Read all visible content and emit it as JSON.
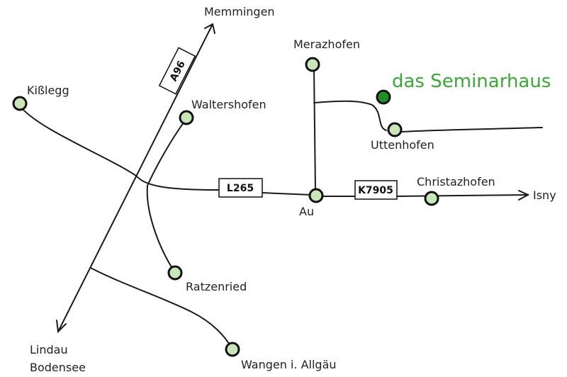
{
  "title": "das Seminarhaus",
  "colors": {
    "accent": "#3aaa35",
    "seminar_dot": "#1e8f25",
    "town_fill": "#c8e6b8"
  },
  "roads": {
    "a96": "A96",
    "l265": "L265",
    "k7905": "K7905"
  },
  "places": {
    "memmingen": "Memmingen",
    "kisslegg": "Kißlegg",
    "waltershofen": "Waltershofen",
    "merazhofen": "Merazhofen",
    "uttenhofen": "Uttenhofen",
    "au": "Au",
    "christazhofen": "Christazhofen",
    "isny": "Isny",
    "ratzenried": "Ratzenried",
    "lindau_1": "Lindau",
    "lindau_2": "Bodensee",
    "wangen": "Wangen i. Allgäu"
  }
}
